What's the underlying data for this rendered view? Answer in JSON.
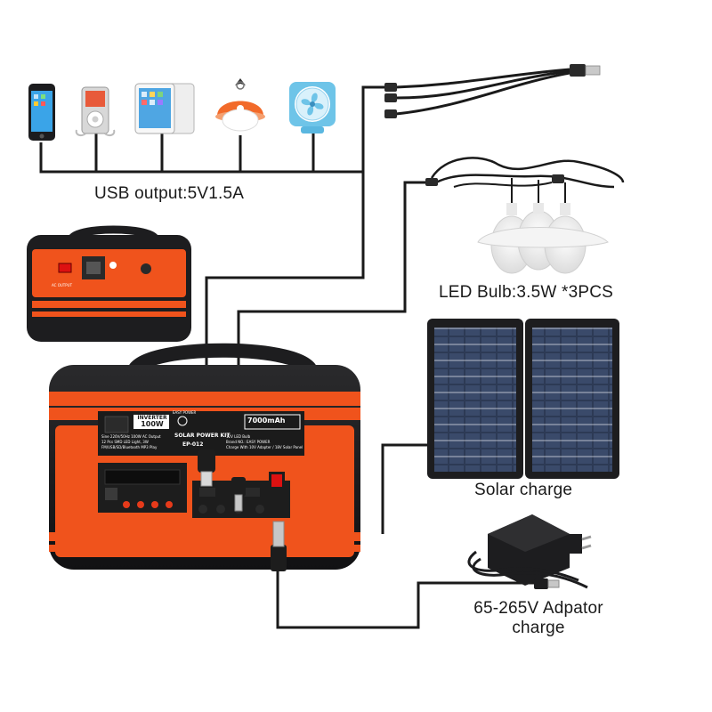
{
  "labels": {
    "usb_output": "USB output:5V1.5A",
    "led_bulb": "LED Bulb:3.5W *3PCS",
    "solar_charge": "Solar charge",
    "adaptor_line1": "65-265V Adpator",
    "adaptor_line2": "charge"
  },
  "device_text": {
    "brand": "SOLAR POWER KIT",
    "inverter": "INVERTER",
    "inverter_power": "100W",
    "capacity": "7000mAh",
    "model": "EP-012",
    "spec1": "Sine 220V/50Hz 100W AC Output",
    "spec2": "12 Pcs SMD LED Light, 3W",
    "spec3": "FM/USB/SD/Bluetooth MP3 Play",
    "spec4": "12V LED Bulb",
    "spec5": "Brand NO.: EASY POWER",
    "spec6": "Charge With 10V Adapter / 18V Solar Panel",
    "power_badge": "EASY POWER"
  },
  "usb_devices": [
    {
      "name": "smartphone"
    },
    {
      "name": "music player"
    },
    {
      "name": "tablet"
    },
    {
      "name": "hanging lamp"
    },
    {
      "name": "desk fan"
    }
  ],
  "colors": {
    "orange": "#f0531c",
    "dark": "#1d1d1f",
    "cable": "#1a1a1a",
    "panel_blue": "#2b3650"
  }
}
